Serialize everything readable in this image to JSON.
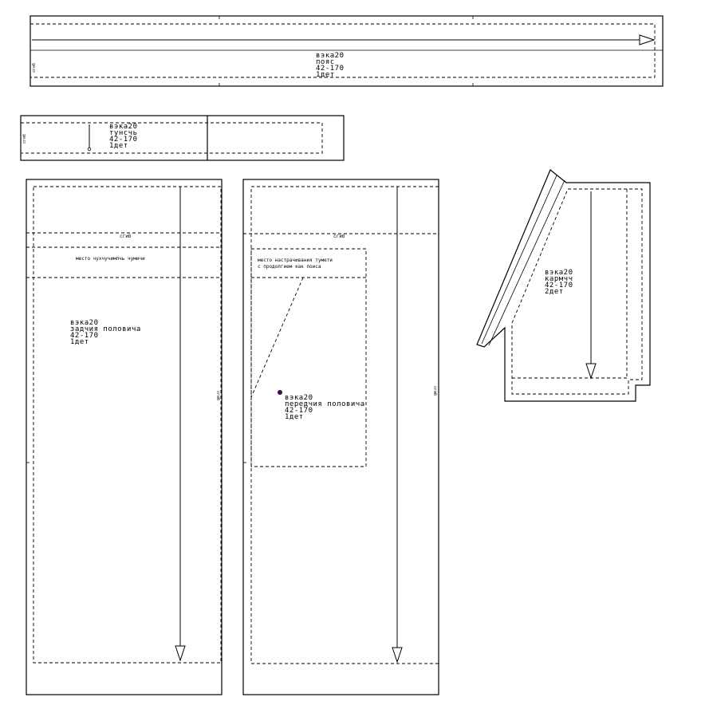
{
  "pieces": {
    "belt": {
      "lines": [
        "вэка20",
        "пояс",
        "42-170",
        "1дет"
      ],
      "side_mark": "сгиб"
    },
    "loop": {
      "lines": [
        "вэка20",
        "тунсчь",
        "42-170",
        "1дет"
      ],
      "side_mark": "сгиб"
    },
    "back": {
      "lines": [
        "вэка20",
        "задчия половича",
        "42-170",
        "1дет"
      ],
      "fold_label": "сгиб",
      "band_label": "место чухчучимпчь чумичи",
      "side_mark": "сгиб"
    },
    "front": {
      "lines": [
        "вэка20",
        "передчия половича",
        "42-170",
        "1дет"
      ],
      "fold_label": "сгиб",
      "pocket_label_1": "место настрачивания тумети",
      "pocket_label_2": "с продолгием как поиса",
      "side_mark": "сгиб"
    },
    "pocket": {
      "lines": [
        "вэка20",
        "кармчч",
        "42-170",
        "2дет"
      ]
    }
  },
  "colors": {
    "line": "#000000",
    "dot": "#3a0a4a"
  }
}
